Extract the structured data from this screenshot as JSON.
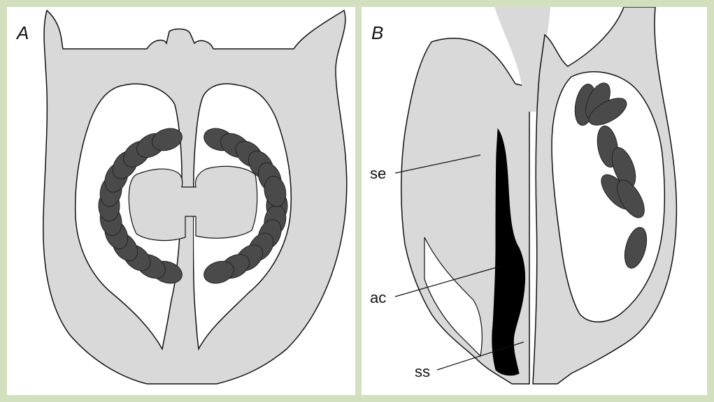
{
  "panels": [
    {
      "letter": "A"
    },
    {
      "letter": "B",
      "labels": {
        "se": "se",
        "ac": "ac",
        "ss": "ss"
      }
    }
  ],
  "colors": {
    "frame": "#d3e0c0",
    "tissue": "#d9d9d9",
    "cells": "#4a4a4a",
    "central_canal": "#000000",
    "outline": "#111111"
  }
}
